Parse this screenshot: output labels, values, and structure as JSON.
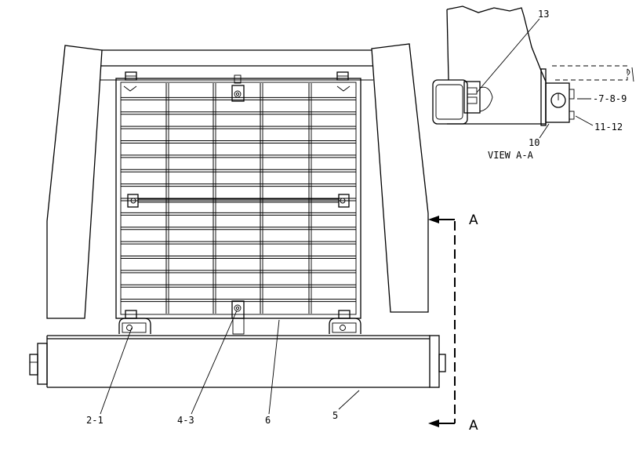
{
  "callouts": {
    "c_2_1": "2-1",
    "c_4_3": "4-3",
    "c_6": "6",
    "c_5": "5",
    "c_13": "13",
    "c_7_8_9": "-7-8-9",
    "c_11_12": "11-12",
    "c_10": "10"
  },
  "view_title": "VIEW A-A",
  "section_mark_top": "A",
  "section_mark_bottom": "A"
}
